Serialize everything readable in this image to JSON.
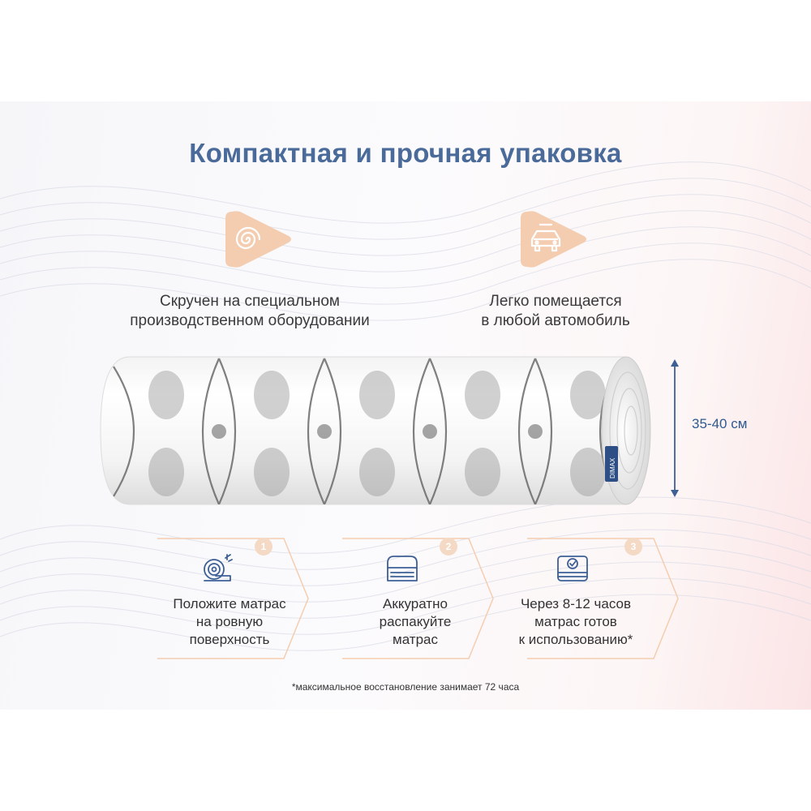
{
  "title": "Компактная и прочная упаковка",
  "features": [
    {
      "icon": "spiral-icon",
      "lines": [
        "Скручен на специальном",
        "производственном оборудовании"
      ]
    },
    {
      "icon": "car-icon",
      "lines": [
        "Легко помещается",
        "в любой автомобиль"
      ]
    }
  ],
  "roll": {
    "tag_label": "DIMAX"
  },
  "dimension": {
    "label": "35-40 см"
  },
  "steps": [
    {
      "number": "1",
      "icon": "rolled-mattress-icon",
      "lines": [
        "Положите матрас",
        "на ровную",
        "поверхность"
      ]
    },
    {
      "number": "2",
      "icon": "unpacked-mattress-icon",
      "lines": [
        "Аккуратно",
        "распакуйте",
        "матрас"
      ]
    },
    {
      "number": "3",
      "icon": "ready-mattress-icon",
      "lines": [
        "Через 8-12 часов",
        "матрас готов",
        "к использованию*"
      ]
    }
  ],
  "footnote": "*максимальное восстановление занимает 72 часа",
  "colors": {
    "title": "#4a6a9a",
    "accent_orange": "#f4cdb0",
    "icon_blue": "#3d5f96",
    "dimension": "#2f5a8f"
  }
}
